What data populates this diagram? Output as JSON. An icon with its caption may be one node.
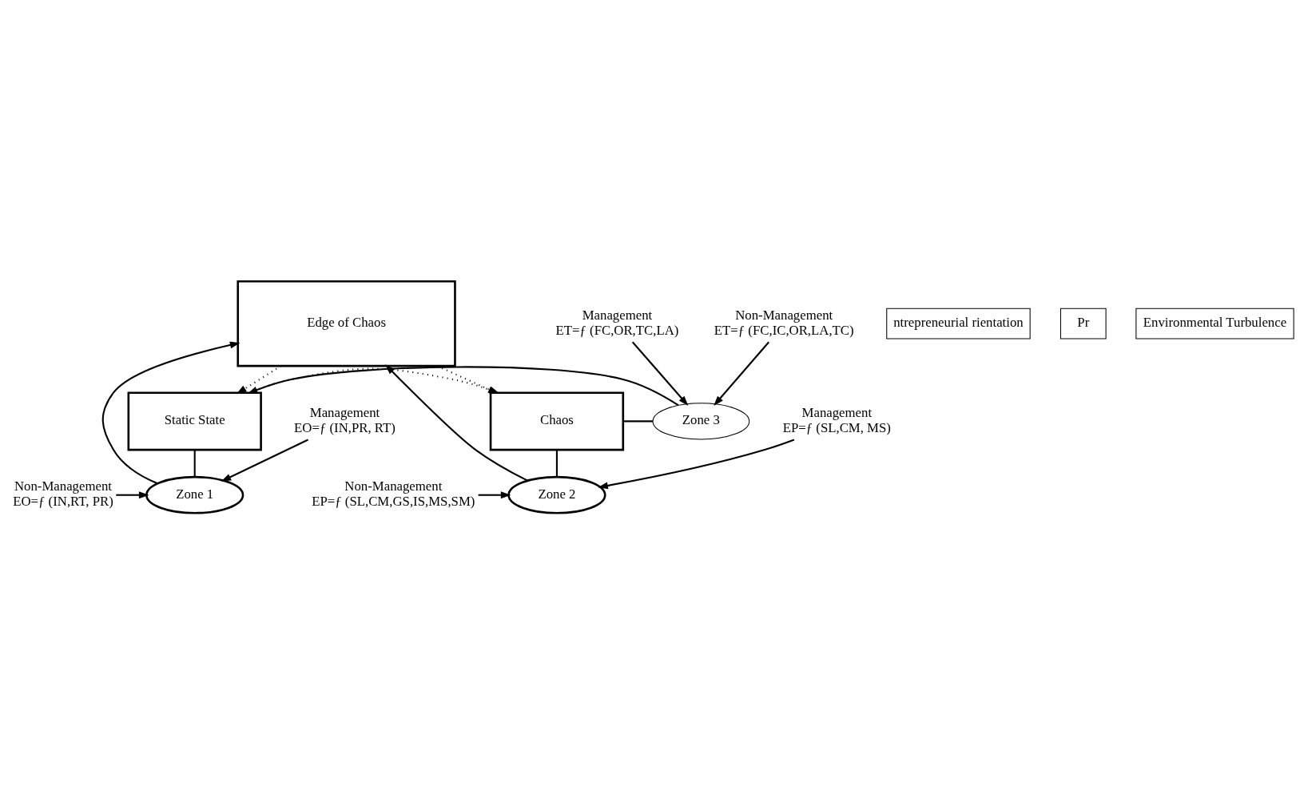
{
  "diagram": {
    "nodes": [
      {
        "text": [
          "Edge of Chaos"
        ]
      },
      {
        "text": [
          "ntrepreneurial rientation"
        ]
      },
      {
        "text": [
          "Pr"
        ]
      },
      {
        "text": [
          "Zone 1"
        ]
      },
      {
        "text": [
          "Management",
          "EO=ƒ (IN,PR, RT)"
        ]
      },
      {
        "text": [
          "Non-Management",
          "EO=ƒ (IN,RT, PR)"
        ]
      },
      {
        "text": [
          "Management",
          "EP=ƒ (SL,CM, MS)"
        ]
      },
      {
        "text": [
          "Zone 2"
        ]
      },
      {
        "text": [
          "Non-Management",
          "EP=ƒ (SL,CM,GS,IS,MS,SM)"
        ]
      },
      {
        "text": [
          "Static State"
        ]
      },
      {
        "text": [
          "Zone 3"
        ]
      },
      {
        "text": [
          "Chaos"
        ]
      },
      {
        "text": [
          "Management",
          "ET=ƒ (FC,OR,TC,LA)"
        ]
      },
      {
        "text": [
          "Non-Management",
          "ET=ƒ (FC,IC,OR,LA,TC)"
        ]
      },
      {
        "text": [
          "Environmental Turbulence"
        ]
      }
    ],
    "edges": [
      {
        "from": 9,
        "to": 3,
        "arrow": "none"
      },
      {
        "from": 3,
        "to": 0,
        "arrow": "to"
      },
      {
        "from": 0,
        "to": 9,
        "arrow": "to",
        "style": "dashed"
      },
      {
        "from": 11,
        "to": 7,
        "arrow": "none"
      },
      {
        "from": 7,
        "to": 0,
        "arrow": "to"
      },
      {
        "from": 0,
        "to": 11,
        "arrow": "to",
        "style": "dashed"
      },
      {
        "from": 10,
        "to": 9,
        "arrow": "to"
      },
      {
        "from": 11,
        "to": 10,
        "arrow": "none"
      },
      {
        "from": 9,
        "to": 11,
        "arrow": "to",
        "style": "dashed"
      },
      {
        "from": 4,
        "to": 3,
        "arrow": "to"
      },
      {
        "from": 5,
        "to": 3,
        "arrow": "to"
      },
      {
        "from": 6,
        "to": 7,
        "arrow": "to"
      },
      {
        "from": 8,
        "to": 7,
        "arrow": "to"
      },
      {
        "from": 12,
        "to": 10,
        "arrow": "to"
      },
      {
        "from": 13,
        "to": 10,
        "arrow": "to"
      }
    ]
  }
}
